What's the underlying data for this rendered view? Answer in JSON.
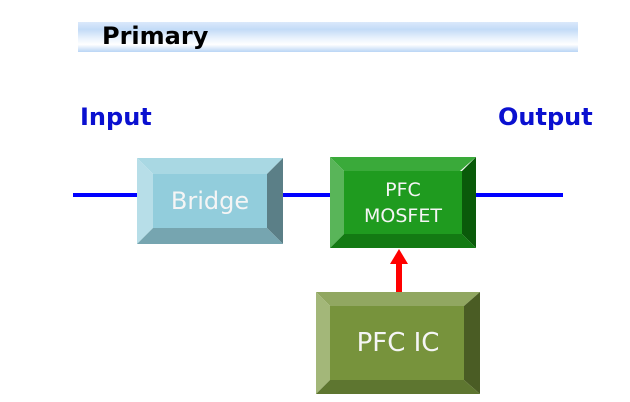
{
  "header": {
    "title": "Primary"
  },
  "labels": {
    "input": "Input",
    "output": "Output"
  },
  "blocks": [
    {
      "id": "bridge",
      "label": "Bridge",
      "color": "#92cddc",
      "light": "#b7dee8",
      "top": "#a9d8e3",
      "dark": "#5b7f87",
      "bottom": "#76a5b0"
    },
    {
      "id": "pfc-mosfet",
      "label_line1": "PFC",
      "label_line2": "MOSFET",
      "color": "#1f9b1f",
      "light": "#59b559",
      "top": "#3aaa3a",
      "dark": "#0a5a0a",
      "bottom": "#137a13"
    },
    {
      "id": "pfc-ic",
      "label": "PFC IC",
      "color": "#77933c",
      "light": "#a3b779",
      "top": "#91a761",
      "dark": "#4a5c24",
      "bottom": "#5e7630"
    }
  ],
  "colors": {
    "wire": "#0000ff",
    "arrow": "#ff0000",
    "io_label": "#0a10d0"
  }
}
